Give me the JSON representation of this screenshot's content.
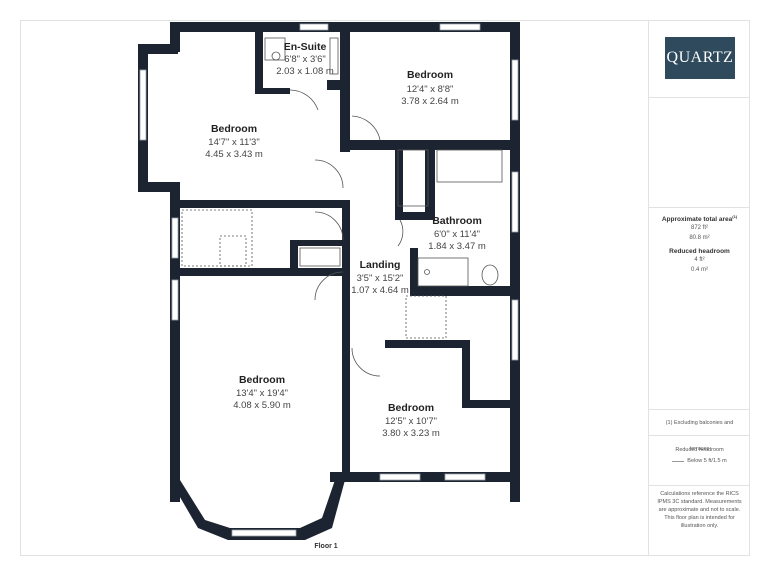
{
  "floor_label": "Floor 1",
  "rooms": [
    {
      "name": "En-Suite",
      "dims_imperial": "6'8\" x 3'6\"",
      "dims_metric": "2.03 x 1.08 m"
    },
    {
      "name": "Bedroom",
      "dims_imperial": "12'4\" x 8'8\"",
      "dims_metric": "3.78 x 2.64 m"
    },
    {
      "name": "Bedroom",
      "dims_imperial": "14'7\" x 11'3\"",
      "dims_metric": "4.45 x 3.43 m"
    },
    {
      "name": "Bathroom",
      "dims_imperial": "6'0\" x 11'4\"",
      "dims_metric": "1.84 x 3.47 m"
    },
    {
      "name": "Landing",
      "dims_imperial": "3'5\" x 15'2\"",
      "dims_metric": "1.07 x 4.64 m"
    },
    {
      "name": "Bedroom",
      "dims_imperial": "13'4\" x 19'4\"",
      "dims_metric": "4.08 x 5.90 m"
    },
    {
      "name": "Bedroom",
      "dims_imperial": "12'5\" x 10'7\"",
      "dims_metric": "3.80 x 3.23 m"
    }
  ],
  "panel": {
    "logo": "QUARTZ",
    "brand_color": "#2e4a5c",
    "area_title": "Approximate total area",
    "area_title_sup": "(1)",
    "area_ft": "872 ft²",
    "area_m": "80.8 m²",
    "reduced_title": "Reduced headroom",
    "reduced_ft": "4 ft²",
    "reduced_m": "0.4 m²",
    "footnote": "(1) Excluding balconies and terraces",
    "legend_title": "Reduced headroom",
    "legend_item": "Below 5 ft/1.5 m",
    "disclaimer": "Calculations reference the RICS IPMS 3C standard. Measurements are approximate and not to scale. This floor plan is intended for illustration only."
  },
  "colors": {
    "wall": "#1b2430",
    "window": "#ffffff",
    "fixture": "#555555"
  }
}
